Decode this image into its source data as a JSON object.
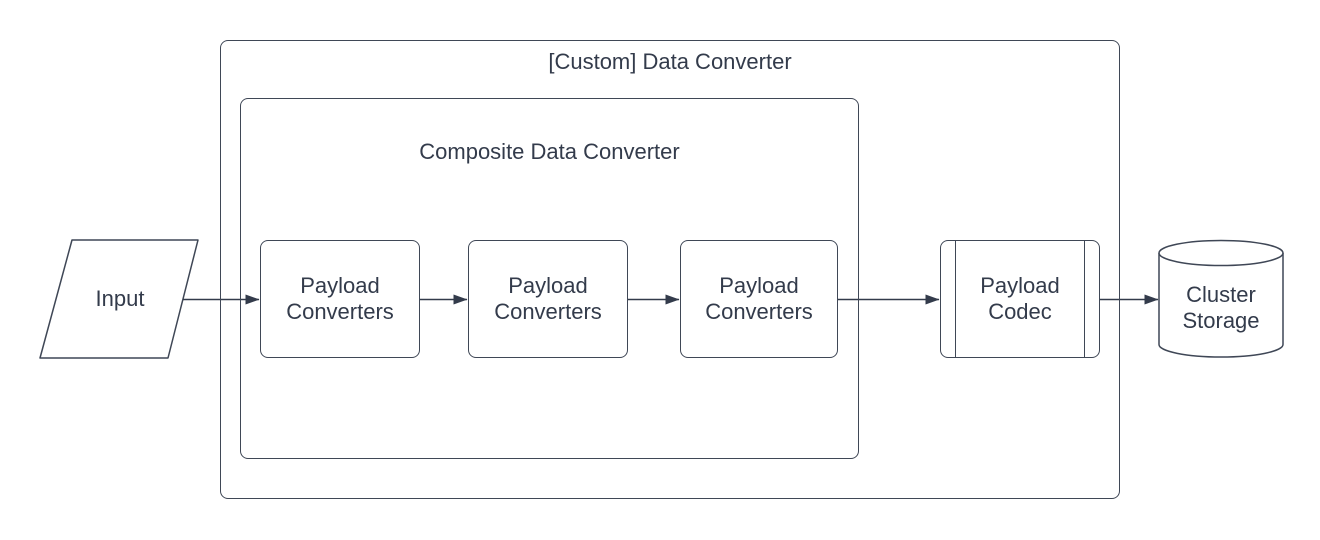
{
  "colors": {
    "ink": "#333b4b",
    "stroke": "#3f4756",
    "background": "#ffffff"
  },
  "diagram": {
    "outer_container": {
      "label": "[Custom] Data Converter"
    },
    "composite_container": {
      "label": "Composite Data Converter"
    },
    "input_node": {
      "label": "Input",
      "shape": "parallelogram"
    },
    "payload_converter_nodes": [
      {
        "label": "Payload\nConverters",
        "shape": "rounded-rectangle"
      },
      {
        "label": "Payload\nConverters",
        "shape": "rounded-rectangle"
      },
      {
        "label": "Payload\nConverters",
        "shape": "rounded-rectangle"
      }
    ],
    "payload_codec_node": {
      "label": "Payload\nCodec",
      "shape": "predefined-process"
    },
    "cluster_storage_node": {
      "label": "Cluster\nStorage",
      "shape": "cylinder"
    },
    "connections": [
      {
        "from": "input",
        "to": "payload-converter-1"
      },
      {
        "from": "payload-converter-1",
        "to": "payload-converter-2"
      },
      {
        "from": "payload-converter-2",
        "to": "payload-converter-3"
      },
      {
        "from": "payload-converter-3",
        "to": "payload-codec"
      },
      {
        "from": "payload-codec",
        "to": "cluster-storage"
      }
    ]
  }
}
